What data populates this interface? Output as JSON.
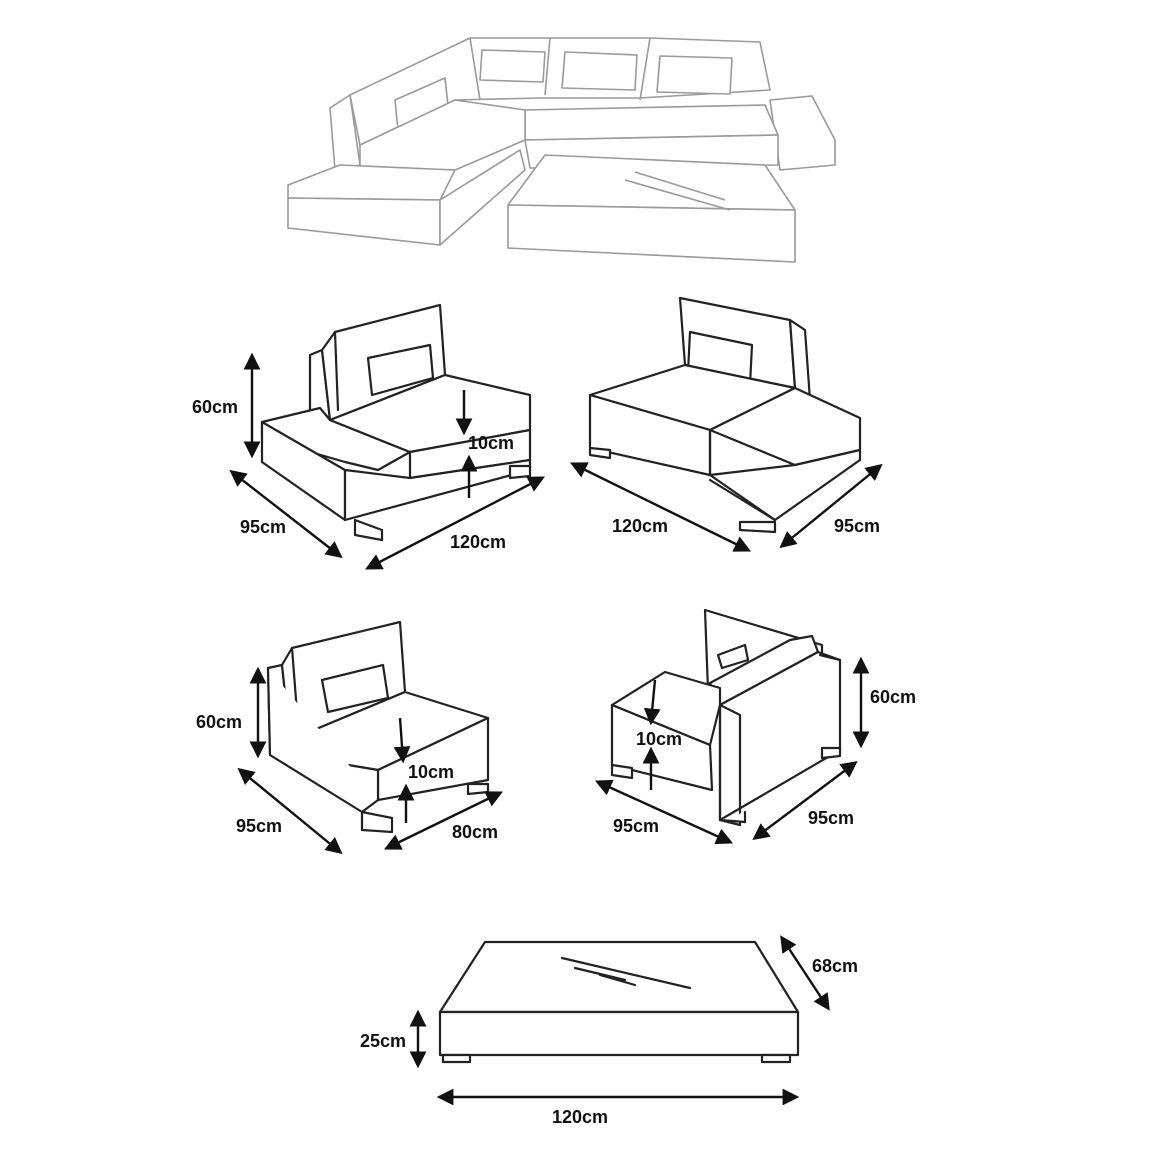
{
  "diagram": {
    "overview": {},
    "left_corner_module": {
      "height_label": "60cm",
      "seat_label": "10cm",
      "depth_label": "95cm",
      "width_label": "120cm"
    },
    "right_corner_module": {
      "width_label": "120cm",
      "depth_label": "95cm"
    },
    "middle_module": {
      "height_label": "60cm",
      "seat_label": "10cm",
      "depth_label": "95cm",
      "width_label": "80cm"
    },
    "corner_arm_module": {
      "height_label": "60cm",
      "seat_label": "10cm",
      "depth_label": "95cm",
      "width_label": "95cm"
    },
    "coffee_table": {
      "height_label": "25cm",
      "depth_label": "68cm",
      "width_label": "120cm"
    }
  }
}
